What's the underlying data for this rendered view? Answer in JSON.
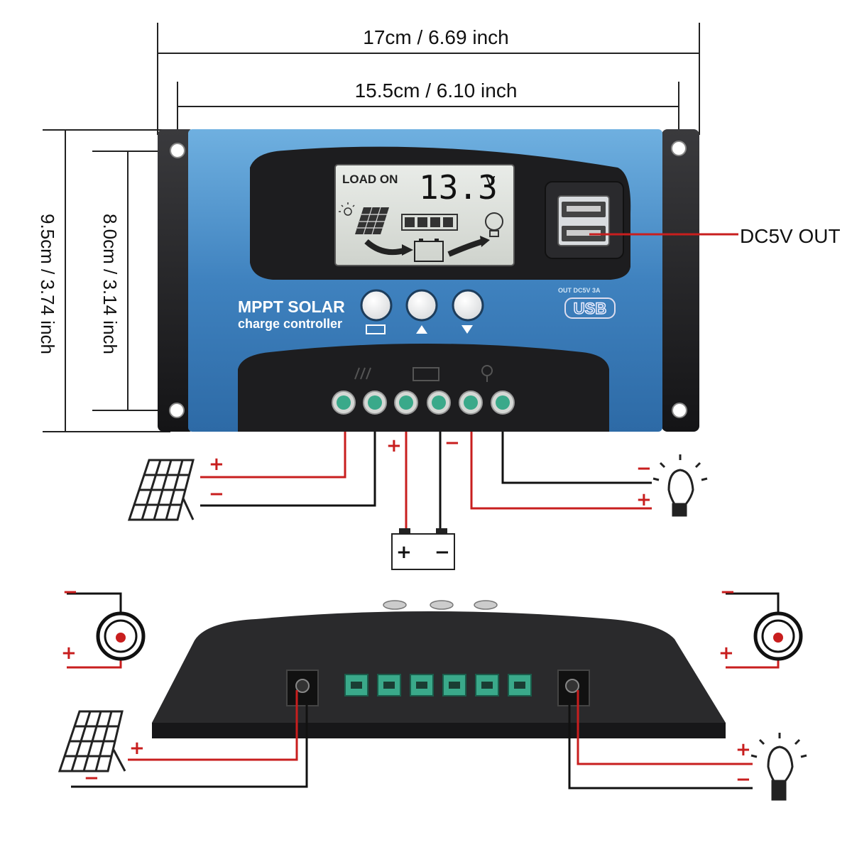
{
  "dimensions": {
    "overall_width": "17cm / 6.69 inch",
    "hole_width": "15.5cm / 6.10 inch",
    "overall_height": "9.5cm / 3.74 inch",
    "hole_height": "8.0cm / 3.14 inch"
  },
  "device": {
    "brand_line1": "MPPT SOLAR",
    "brand_line2": "charge controller",
    "usb_rating": "OUT DC5V 3A",
    "usb_label": "USB"
  },
  "lcd": {
    "status": "LOAD ON",
    "voltage": "13.3",
    "unit": "V"
  },
  "labels": {
    "dc_out": "DC5V OUT"
  },
  "signs": {
    "plus": "+",
    "minus": "−"
  },
  "colors": {
    "panel_blue": "#4f8fc4",
    "housing_black": "#1f1f21",
    "wire_red": "#c81e1e",
    "terminal_green": "#3aa98a"
  }
}
